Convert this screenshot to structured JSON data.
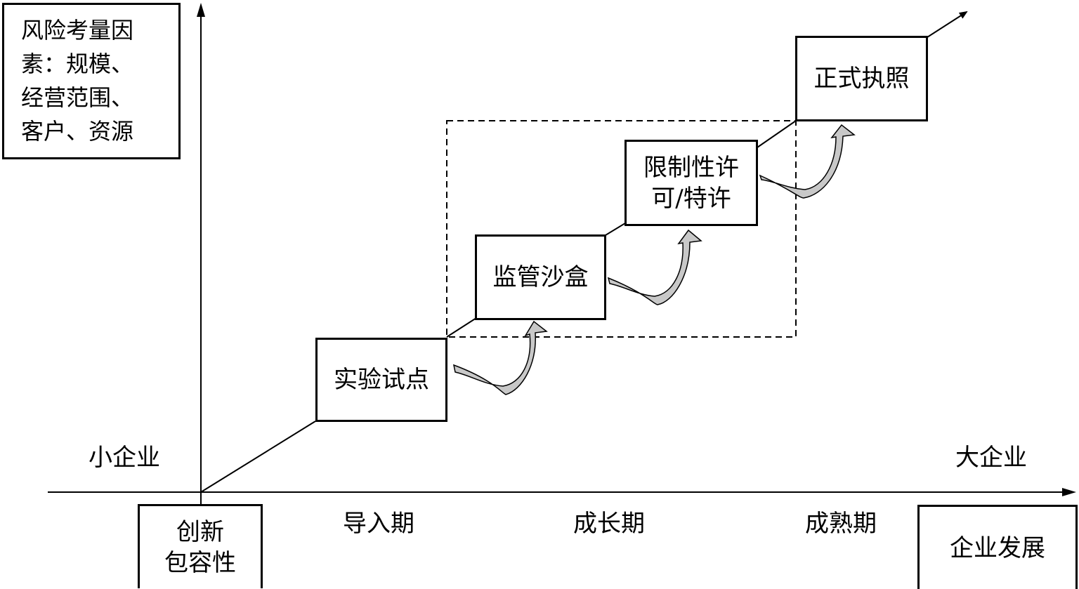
{
  "risk_factors": "风险考量因\n素：规模、\n经营范围、\n客户、资源",
  "axis": {
    "left_end_label": "小企业",
    "right_end_label": "大企业",
    "x_title": "企业发展",
    "origin_label": "创新\n包容性"
  },
  "stages": [
    "导入期",
    "成长期",
    "成熟期"
  ],
  "steps": {
    "pilot": "实验试点",
    "sandbox": "监管沙盒",
    "limited_license": "限制性许\n可/特许",
    "formal_license": "正式执照"
  },
  "colors": {
    "line": "#000000",
    "arrow_fill": "#c8c8c8",
    "background": "#ffffff"
  }
}
